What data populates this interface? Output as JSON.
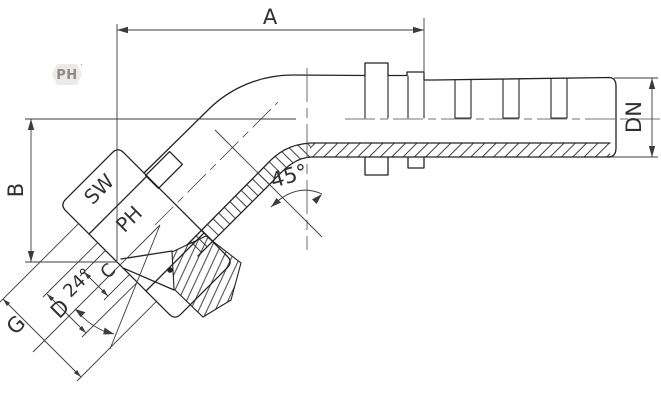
{
  "drawing": {
    "labels": {
      "length_a": "A",
      "height_b": "B",
      "bore_dn": "DN",
      "bend_angle": "45°",
      "cone_angle": "24°",
      "dim_c": "C",
      "dim_d": "D",
      "thread_g": "G",
      "wrench_size": "SW",
      "series": "PH"
    },
    "watermark": {
      "text": "PH",
      "tick": "’"
    },
    "colors": {
      "outline": "#232323",
      "dimension": "#3c3c3c",
      "text": "#2f2f2f",
      "watermark_text": "#91888a",
      "watermark_badge": "#ddd8d7",
      "background": "#ffffff"
    }
  }
}
